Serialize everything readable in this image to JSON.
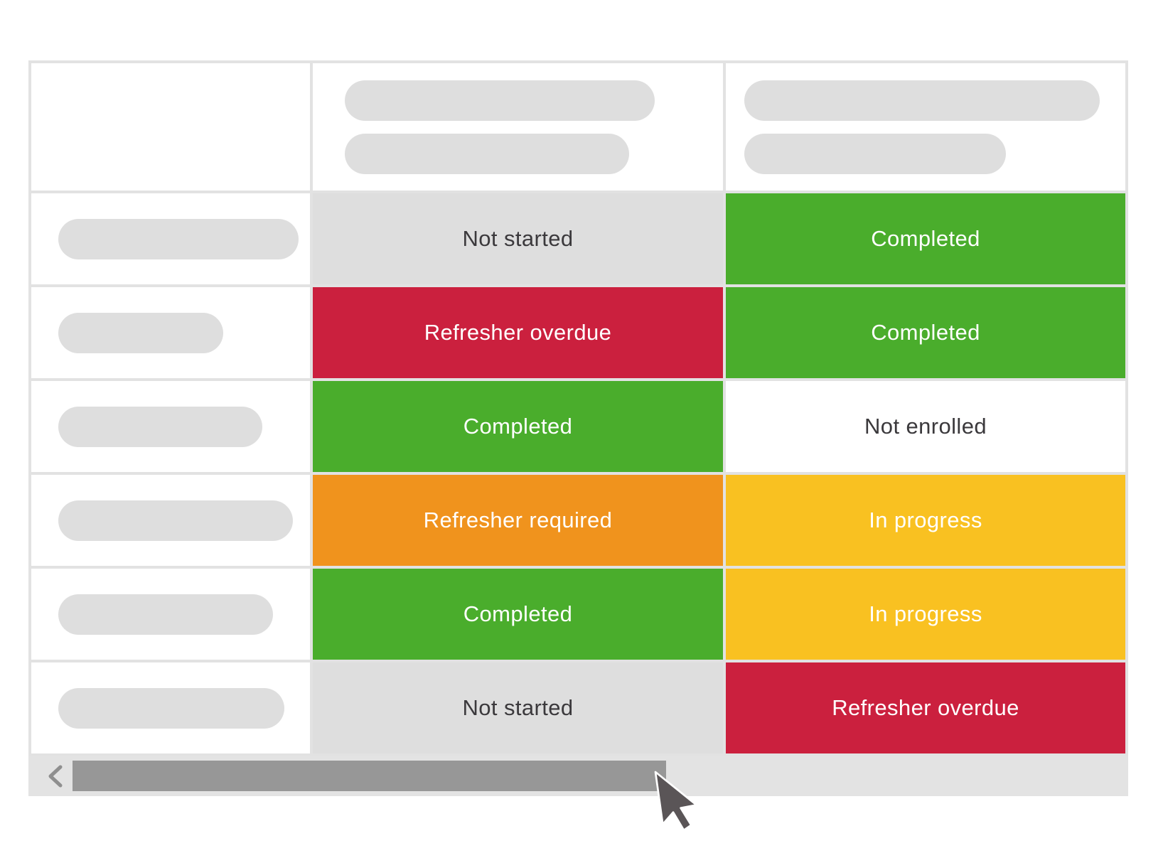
{
  "table": {
    "header": {
      "corner_label": "",
      "column_placeholders": [
        {
          "pills": 2
        },
        {
          "pills": 2
        }
      ]
    },
    "rows": [
      {
        "statuses": [
          {
            "label": "Not started",
            "status": "not-started"
          },
          {
            "label": "Completed",
            "status": "completed"
          }
        ]
      },
      {
        "statuses": [
          {
            "label": "Refresher overdue",
            "status": "refresher-overdue"
          },
          {
            "label": "Completed",
            "status": "completed"
          }
        ]
      },
      {
        "statuses": [
          {
            "label": "Completed",
            "status": "completed"
          },
          {
            "label": "Not enrolled",
            "status": "not-enrolled"
          }
        ]
      },
      {
        "statuses": [
          {
            "label": "Refresher required",
            "status": "refresher-required"
          },
          {
            "label": "In progress",
            "status": "in-progress"
          }
        ]
      },
      {
        "statuses": [
          {
            "label": "Completed",
            "status": "completed"
          },
          {
            "label": "In progress",
            "status": "in-progress"
          }
        ]
      },
      {
        "statuses": [
          {
            "label": "Not started",
            "status": "not-started"
          },
          {
            "label": "Refresher overdue",
            "status": "refresher-overdue"
          }
        ]
      }
    ]
  },
  "status_colors": {
    "not-started": "#dedede",
    "completed": "#4aad2c",
    "refresher-overdue": "#cb203e",
    "refresher-required": "#f0931d",
    "in-progress": "#f9c121",
    "not-enrolled": "#ffffff",
    "dark_text": "#3b393c",
    "light_text": "#ffffff"
  },
  "scrollbar": {
    "left_button_icon": "chevron-left-icon",
    "thumb_color": "#979797",
    "track_color": "#e3e3e3"
  },
  "cursor": {
    "icon": "arrow-pointer-icon"
  }
}
